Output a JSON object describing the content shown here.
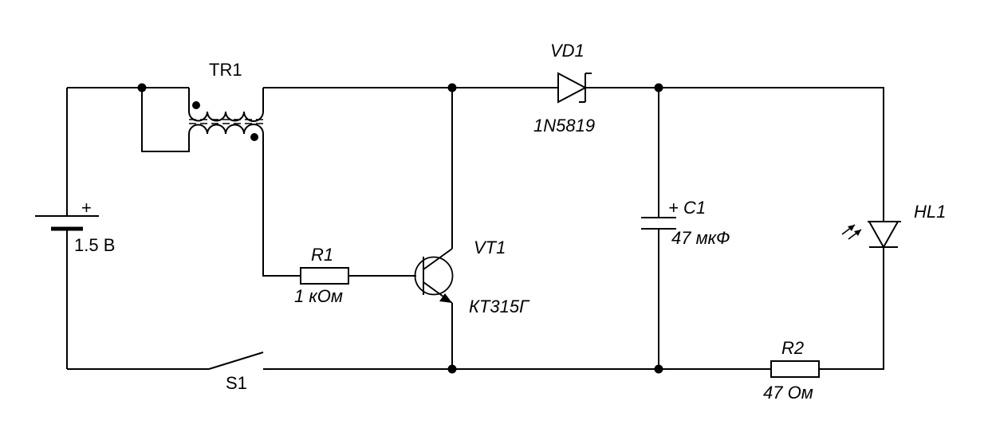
{
  "components": {
    "battery": {
      "plus": "+",
      "value": "1.5 В"
    },
    "transformer": {
      "ref": "TR1"
    },
    "diode": {
      "ref": "VD1",
      "value": "1N5819"
    },
    "capacitor": {
      "ref": "C1",
      "plus": "+",
      "value": "47 мкФ"
    },
    "led": {
      "ref": "HL1"
    },
    "resistor1": {
      "ref": "R1",
      "value": "1 кОм"
    },
    "transistor": {
      "ref": "VT1",
      "value": "КТ315Г"
    },
    "resistor2": {
      "ref": "R2",
      "value": "47 Ом"
    },
    "switch": {
      "ref": "S1"
    }
  }
}
